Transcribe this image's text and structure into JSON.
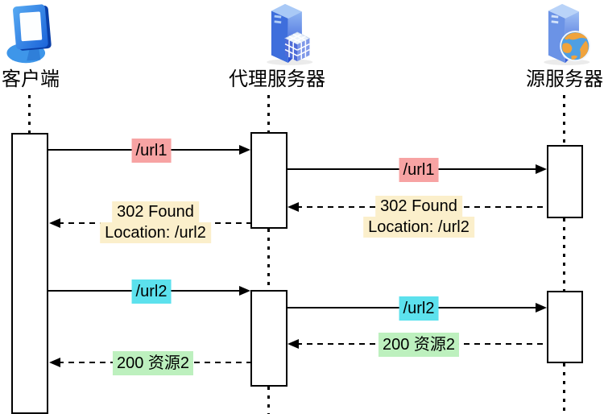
{
  "actors": [
    {
      "label": "客户端",
      "icon": "client-computer-icon"
    },
    {
      "label": "代理服务器",
      "icon": "proxy-server-icon"
    },
    {
      "label": "源服务器",
      "icon": "origin-server-icon"
    }
  ],
  "messages": [
    {
      "from": "客户端",
      "to": "代理服务器",
      "style": "solid-arrow",
      "highlight": "#F7A3A3",
      "lines": [
        "/url1"
      ]
    },
    {
      "from": "代理服务器",
      "to": "源服务器",
      "style": "solid-arrow",
      "highlight": "#F7A3A3",
      "lines": [
        "/url1"
      ]
    },
    {
      "from": "源服务器",
      "to": "代理服务器",
      "style": "dashed-arrow",
      "highlight": "#FBEFCB",
      "lines": [
        "302 Found",
        "Location: /url2"
      ]
    },
    {
      "from": "代理服务器",
      "to": "客户端",
      "style": "dashed-arrow",
      "highlight": "#FBEFCB",
      "lines": [
        "302 Found",
        "Location: /url2"
      ]
    },
    {
      "from": "客户端",
      "to": "代理服务器",
      "style": "solid-arrow",
      "highlight": "#5CE1ED",
      "lines": [
        "/url2"
      ]
    },
    {
      "from": "代理服务器",
      "to": "源服务器",
      "style": "solid-arrow",
      "highlight": "#5CE1ED",
      "lines": [
        "/url2"
      ]
    },
    {
      "from": "源服务器",
      "to": "代理服务器",
      "style": "dashed-arrow",
      "highlight": "#BDF0BE",
      "lines": [
        "200 资源2"
      ]
    },
    {
      "from": "代理服务器",
      "to": "客户端",
      "style": "dashed-arrow",
      "highlight": "#BDF0BE",
      "lines": [
        "200 资源2"
      ]
    }
  ],
  "colors": {
    "line": "#000000",
    "request1_highlight": "#F7A3A3",
    "redirect_highlight": "#FBEFCB",
    "request2_highlight": "#5CE1ED",
    "response_highlight": "#BDF0BE",
    "icon_blue_light": "#8FB5F2",
    "icon_blue_dark": "#2348D2",
    "globe_land": "#F0A33C"
  }
}
